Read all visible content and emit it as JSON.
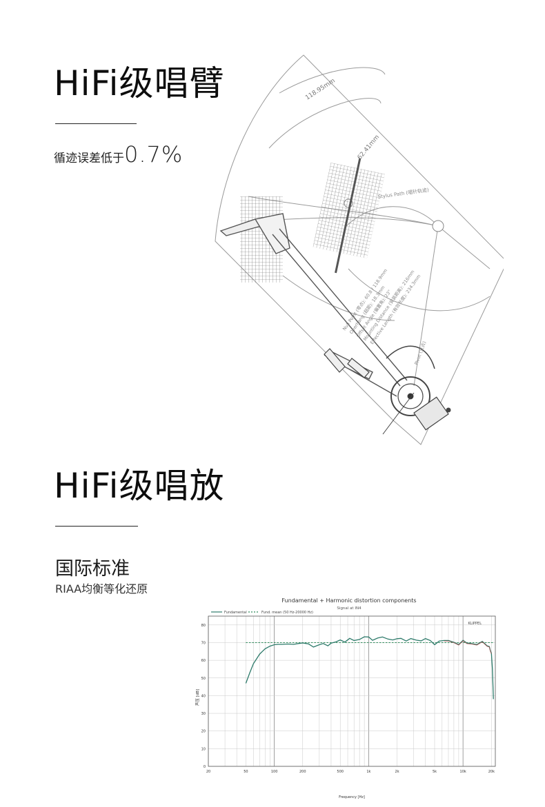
{
  "section1": {
    "title": "HiFi级唱臂",
    "tracking_label": "循迹误差低于",
    "tracking_value": "0.7%",
    "diagram_labels": {
      "arc_outer": "118.95mm",
      "arc_inner": "62.41mm",
      "stylus_path": "Stylus Path (唱针轨迹)",
      "spec_1": "Effective Length (有效长度): 234.3mm",
      "spec_2": "Mounting Distance (安装距离): 216mm",
      "spec_3": "Offset Angle (偏置角): 23°",
      "spec_4": "Overhang (超距): 18.3mm",
      "spec_5": "Null Point (零点): 60.8 / 118.9mm",
      "pivot_label": "Pivot (支点)"
    }
  },
  "section2": {
    "title": "HiFi级唱放",
    "heading": "国际标准",
    "subheading": "RIAA均衡等化还原"
  },
  "chart_data": {
    "type": "line",
    "title": "Fundamental + Harmonic distortion components",
    "subtitle": "Signal at IN4",
    "brand": "KLIPPEL",
    "xlabel": "Frequency [Hz]",
    "ylabel": "声压 [dB]",
    "xscale": "log",
    "xlim": [
      20,
      22000
    ],
    "ylim": [
      0,
      85
    ],
    "x_ticks": [
      "20",
      "50",
      "100",
      "200",
      "500",
      "1k",
      "2k",
      "5k",
      "10k",
      "20k"
    ],
    "y_ticks": [
      "0",
      "10",
      "20",
      "30",
      "40",
      "50",
      "60",
      "70",
      "80"
    ],
    "legend": [
      "Fundamental",
      "Fund. mean (50 Hz-20000 Hz)"
    ],
    "mean_level": 70,
    "series": [
      {
        "name": "Fundamental",
        "x": [
          50,
          55,
          60,
          70,
          80,
          90,
          100,
          110,
          120,
          140,
          160,
          180,
          200,
          230,
          260,
          300,
          330,
          370,
          400,
          450,
          500,
          560,
          630,
          700,
          800,
          900,
          1000,
          1100,
          1250,
          1400,
          1600,
          1800,
          2000,
          2200,
          2500,
          2800,
          3200,
          3600,
          4000,
          4500,
          5000,
          5600,
          6300,
          7000,
          8000,
          9000,
          10000,
          11000,
          12500,
          14000,
          16000,
          17000,
          18000,
          19000,
          19500,
          20000,
          20500,
          21000
        ],
        "y": [
          47,
          53,
          58,
          63.5,
          66.5,
          68,
          68.8,
          69,
          69,
          69.2,
          69,
          69.5,
          69.8,
          69.3,
          67.5,
          68.8,
          69.5,
          68.2,
          69.7,
          70.4,
          71.5,
          70.3,
          72.4,
          71.2,
          71.8,
          73.3,
          73.2,
          71.3,
          72.6,
          73.2,
          72,
          71.5,
          72.2,
          72.4,
          70.9,
          72.3,
          71.4,
          71,
          72.3,
          71.2,
          68.8,
          70.9,
          71.2,
          71.2,
          70.2,
          68.9,
          71.3,
          69.7,
          69.4,
          68.9,
          70.7,
          69.4,
          68.2,
          67.8,
          65.5,
          64,
          55,
          38
        ]
      }
    ]
  }
}
